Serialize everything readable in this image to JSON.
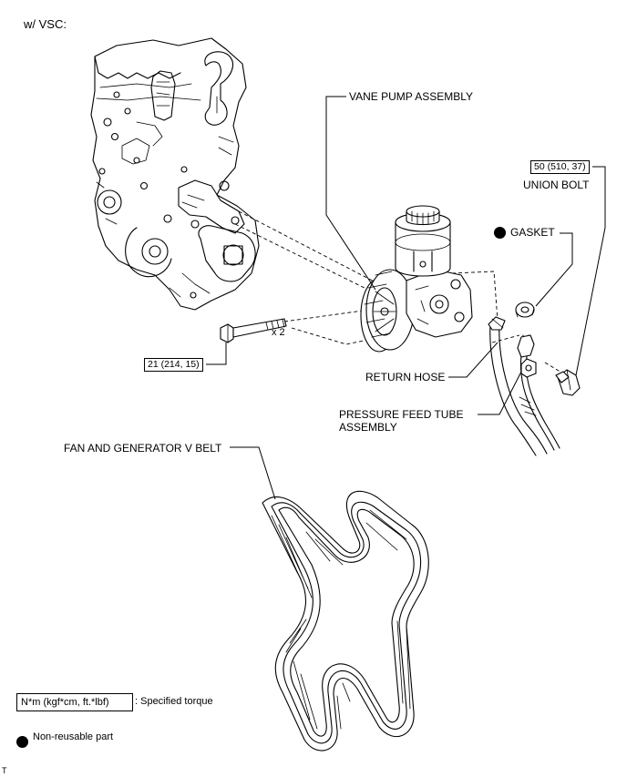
{
  "header": {
    "condition": "w/ VSC:"
  },
  "labels": {
    "vane_pump": "VANE PUMP ASSEMBLY",
    "union_bolt": "UNION BOLT",
    "gasket": "GASKET",
    "return_hose": "RETURN HOSE",
    "pressure_feed_line1": "PRESSURE FEED TUBE",
    "pressure_feed_line2": "ASSEMBLY",
    "v_belt": "FAN AND GENERATOR V BELT",
    "bolt_qty": "x 2"
  },
  "torques": {
    "union_bolt": "50 (510, 37)",
    "pump_bolt": "21 (214, 15)"
  },
  "legend": {
    "torque_box": "N*m (kgf*cm, ft.*lbf)",
    "torque_desc": ": Specified torque",
    "non_reusable": "Non-reusable part"
  },
  "footer": {
    "mark": "T"
  }
}
